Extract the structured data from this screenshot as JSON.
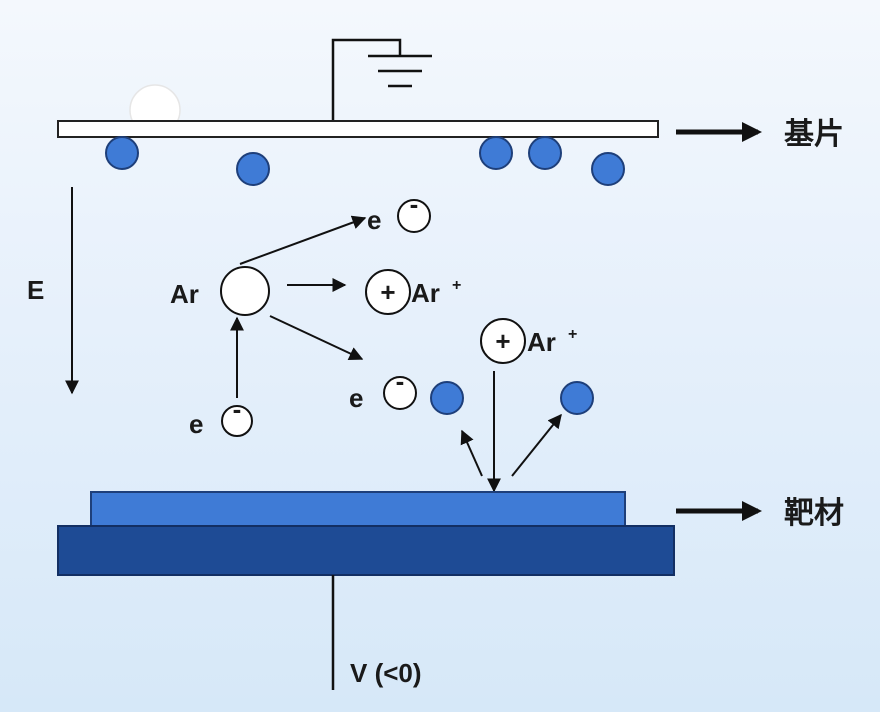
{
  "labels": {
    "substrate": "基片",
    "target": "靶材",
    "field": "E",
    "voltage": "V (<0)",
    "argon": "Ar",
    "argon_ion": "Ar",
    "ion_charge": "+",
    "electron": "e",
    "plus_sign": "+",
    "minus_sign": "-"
  },
  "colors": {
    "atom_fill": "#3f7bd6",
    "atom_stroke": "#1e3f7a",
    "target_top": "#3f7bd6",
    "target_base": "#1e4b95",
    "substrate_fill": "#ffffff",
    "line": "#111111"
  }
}
